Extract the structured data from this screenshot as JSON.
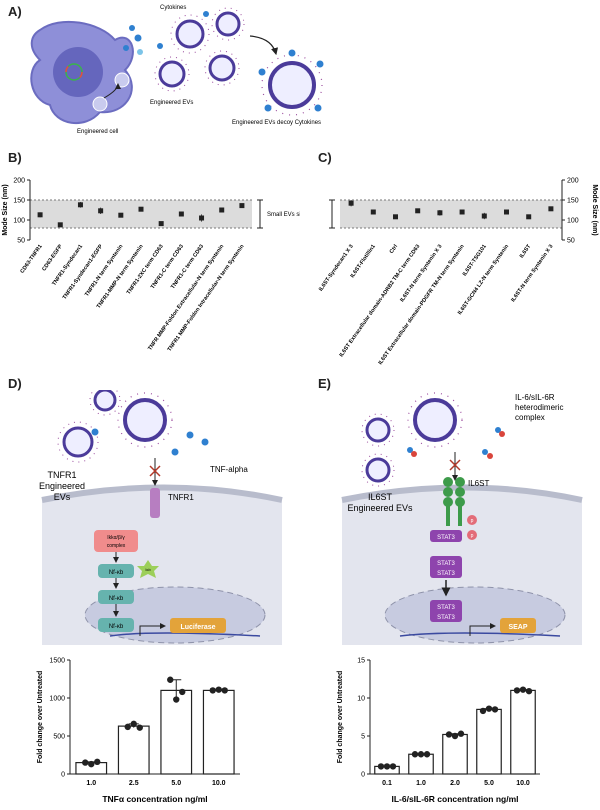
{
  "panels": {
    "a": "A)",
    "b": "B)",
    "c": "C)",
    "d": "D)",
    "e": "E)"
  },
  "panel_a": {
    "cytokines": "Cytokines",
    "engineered_evs": "Engineered EVs",
    "engineered_cell": "Engineered cell",
    "decoy": "Engineered EVs decoy Cytokines"
  },
  "panel_b": {
    "ylabel": "Mode Size (nm)",
    "range_label": "Small EVs size range",
    "categories": [
      "CD63-TNFR1",
      "CD63-EGFP",
      "TNFR1-Syndecan1",
      "TNFR1-Syndecan1-EGFP",
      "TNFR1-N term Syntenin",
      "TNFR1-MMP-N term Syntenin",
      "TNFR1-2XC term CD63",
      "TNFR1-C term CD63",
      "TNFR1-C term CD63",
      "TNFR MMP-Foldon Extracellular-N term Syntenin",
      "TNFR1 MMP-Foldon Intracellular-N term Syntenin"
    ],
    "values": [
      113,
      88,
      138,
      123,
      112,
      127,
      91,
      115,
      105,
      125,
      136
    ],
    "errors": [
      6,
      2,
      7,
      8,
      4,
      5,
      3,
      4,
      9,
      3,
      4
    ],
    "yticks": [
      "200",
      "150",
      "100",
      "50"
    ]
  },
  "panel_c": {
    "ylabel": "Mode Size (nm)",
    "categories": [
      "IL6ST-Syndecan1 X 3",
      "IL6ST-Flotillin1",
      "Ctrl",
      "IL6ST Extracellular domain-ADRB2 TM-C term CD63",
      "IL6ST-N term Syntenin X 3",
      "IL6ST Extracellular domain-PDGFR TM-N term Syntenin",
      "IL6ST-TSG101",
      "IL6ST-GCN4 LZ-N term Syntenin",
      "IL6ST",
      "IL6ST-N term Syntenin X 3"
    ],
    "values": [
      142,
      120,
      108,
      123,
      118,
      120,
      110,
      120,
      108,
      128
    ],
    "errors": [
      8,
      5,
      2,
      5,
      7,
      3,
      8,
      2,
      2,
      5
    ],
    "yticks": [
      "200",
      "150",
      "100",
      "50"
    ]
  },
  "panel_d": {
    "ev_label_1": "TNFR1",
    "ev_label_2": "Engineered",
    "ev_label_3": "EVs",
    "ligand": "TNF-alpha",
    "receptor": "TNFR1",
    "complex_1": "Ikkα/β/γ",
    "complex_2": "complex",
    "nfkb": "Nf-κb",
    "ikb": "Iκb",
    "reporter": "Luciferase"
  },
  "panel_e": {
    "complex_1": "IL-6/sIL-6R",
    "complex_2": "heterodimeric",
    "complex_3": "complex",
    "ev_label_1": "IL6ST",
    "ev_label_2": "Engineered EVs",
    "receptor": "IL6ST",
    "stat3": "STAT3",
    "p": "p",
    "reporter": "SEAP"
  },
  "chart_data": [
    {
      "type": "bar",
      "title": "",
      "xlabel": "TNFα concentration ng/ml",
      "ylabel": "Fold change over Untreated",
      "categories": [
        "1.0",
        "2.5",
        "5.0",
        "10.0"
      ],
      "values": [
        150,
        630,
        1100,
        1100
      ],
      "points": [
        [
          150,
          130,
          160
        ],
        [
          620,
          660,
          610
        ],
        [
          1240,
          980,
          1080
        ],
        [
          1100,
          1110,
          1100
        ]
      ],
      "ylim": [
        0,
        1500
      ],
      "yticks": [
        "0",
        "500",
        "1000",
        "1500"
      ]
    },
    {
      "type": "bar",
      "title": "",
      "xlabel": "IL-6/sIL-6R concentration ng/ml",
      "ylabel": "Fold change over Untreated",
      "categories": [
        "0.1",
        "1.0",
        "2.0",
        "5.0",
        "10.0"
      ],
      "values": [
        1.0,
        2.6,
        5.2,
        8.5,
        11.0
      ],
      "points": [
        [
          1.0,
          1.0,
          1.0
        ],
        [
          2.6,
          2.6,
          2.6
        ],
        [
          5.2,
          5.0,
          5.3
        ],
        [
          8.3,
          8.6,
          8.5
        ],
        [
          11.0,
          11.1,
          10.9
        ]
      ],
      "ylim": [
        0,
        15
      ],
      "yticks": [
        "0",
        "5",
        "10",
        "15"
      ]
    }
  ]
}
